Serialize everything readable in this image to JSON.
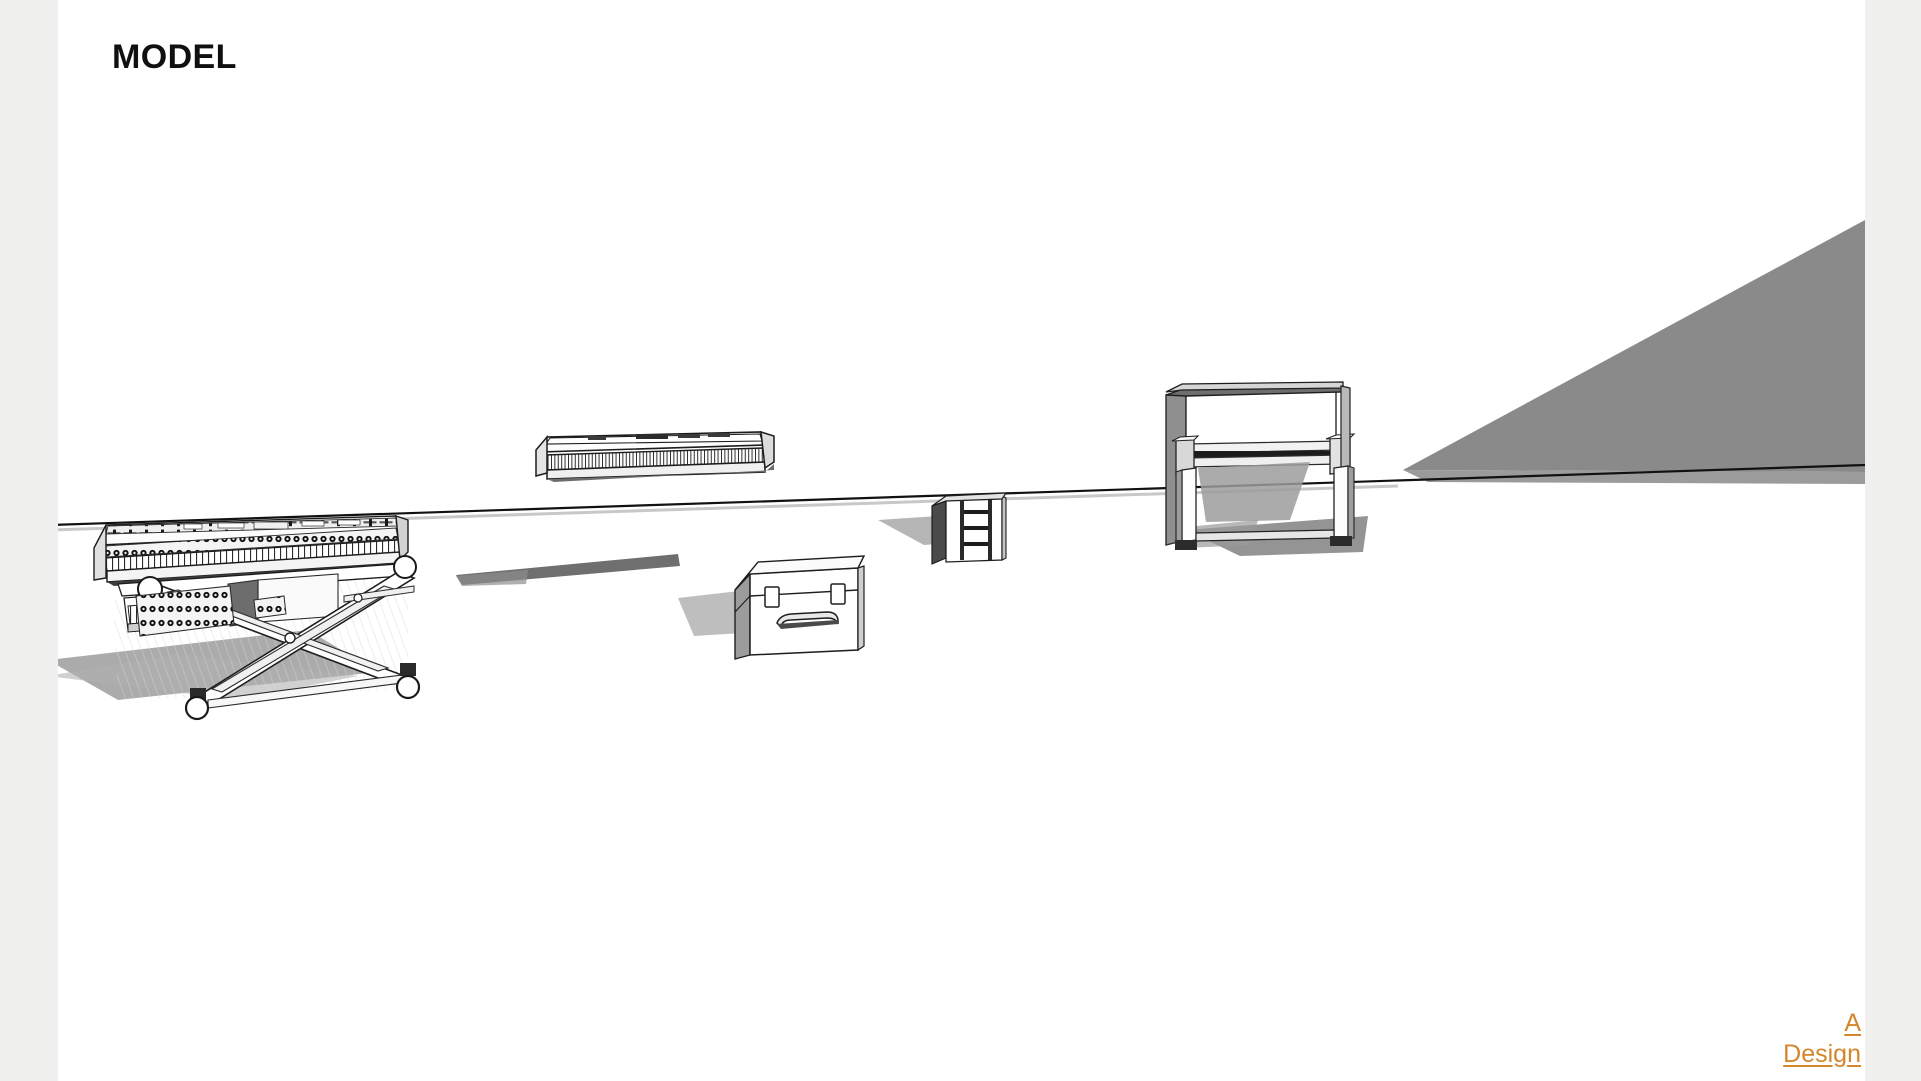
{
  "app": {
    "background_color": "#f0f0ee",
    "canvas_color": "#ffffff"
  },
  "viewport": {
    "scene_label": "MODEL",
    "label_color": "#101010"
  },
  "watermark": {
    "line1": "A",
    "line2": "Design",
    "color": "#d4862c"
  },
  "model": {
    "style": "hidden-line / shaded with textures",
    "ground_line_color": "#000000",
    "shadow_color": "#808080",
    "wall_shade_color": "#8a8a8a",
    "objects": [
      {
        "name": "stage-keyboard-on-scissor-stand",
        "label": "Digital stage keyboard on X-style scissor lift stand with casters",
        "position": "left-foreground"
      },
      {
        "name": "digital-piano-slab",
        "label": "Slab digital piano floating above floor",
        "position": "center-left-mid"
      },
      {
        "name": "hard-case-trunk",
        "label": "Hard case trunk with handle and two latches",
        "position": "center-foreground"
      },
      {
        "name": "shelf-cabinet",
        "label": "Small open shelving cabinet unit",
        "position": "center-right-mid"
      },
      {
        "name": "upright-piano",
        "label": "Upright piano with open lid and caster legs",
        "position": "right-background"
      }
    ]
  }
}
